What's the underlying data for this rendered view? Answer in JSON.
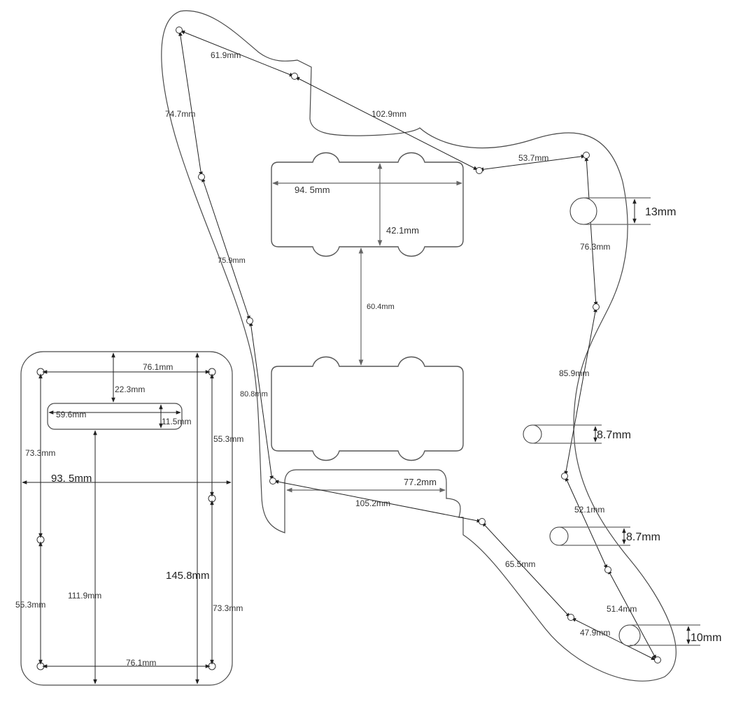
{
  "diagram": {
    "title": "Jazzmaster pickguard and tremolo cover dimensions",
    "colors": {
      "line": "#4a4a4a",
      "text": "#333333",
      "background": "#ffffff"
    },
    "pickguard": {
      "screw_spacing": {
        "top_horn_to_upper_mid": "61.9mm",
        "upper_mid_to_upper_right": "102.9mm",
        "upper_right_to_right_top": "53.7mm",
        "right_top_to_right_mid": "76.3mm",
        "right_mid_to_right_lower": "85.9mm",
        "right_lower_to_lower_right": "52.1mm",
        "lower_right_to_tail": "51.4mm",
        "tail_to_lower_mid": "47.9mm",
        "lower_mid_to_bottom_mid": "65.5mm",
        "bottom_mid_to_bottom_left": "105.2mm",
        "left_top_to_left_upper": "74.7mm",
        "left_upper_to_left_mid": "75.9mm",
        "left_mid_to_left_bottom": "80.8mm"
      },
      "pickups": {
        "width": "94. 5mm",
        "height": "42.1mm",
        "spacing": "60.4mm"
      },
      "bridge_cutout_width": "77.2mm",
      "control_holes": {
        "volume_knob": "13mm",
        "roller_upper": "8.7mm",
        "roller_lower": "8.7mm",
        "jack": "10mm"
      }
    },
    "trem_cover": {
      "width_total": "93. 5mm",
      "height_total": "145.8mm",
      "top_screw_spacing": "76.1mm",
      "bottom_screw_spacing": "76.1mm",
      "top_to_slot": "22.3mm",
      "slot_width": "59.6mm",
      "slot_height": "11.5mm",
      "slot_to_bottom": "111.9mm",
      "left_upper_spacing": "73.3mm",
      "left_lower_spacing": "55.3mm",
      "right_upper_spacing": "55.3mm",
      "right_lower_spacing": "73.3mm"
    }
  }
}
